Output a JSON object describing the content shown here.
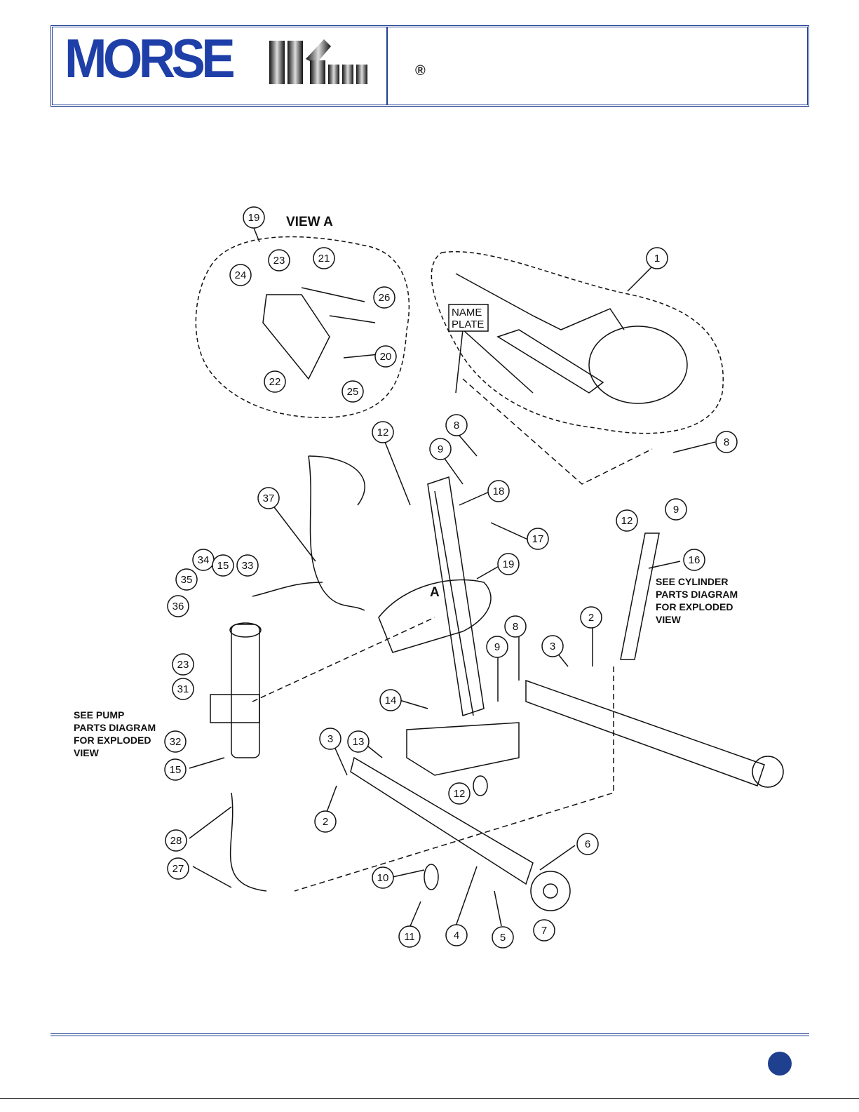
{
  "header": {
    "logo_text": "MORSE",
    "logo_mark": "®"
  },
  "diagram": {
    "view_title": "VIEW A",
    "nameplate_label_1": "NAME",
    "nameplate_label_2": "PLATE",
    "detail_marker": "A",
    "cylinder_note": [
      "SEE CYLINDER",
      "PARTS DIAGRAM",
      "FOR EXPLODED",
      "VIEW"
    ],
    "pump_note": [
      "SEE PUMP",
      "PARTS DIAGRAM",
      "FOR EXPLODED",
      "VIEW"
    ],
    "callouts": [
      "19",
      "21",
      "23",
      "24",
      "26",
      "20",
      "22",
      "25",
      "1",
      "12",
      "8",
      "9",
      "18",
      "8",
      "9",
      "12",
      "17",
      "19",
      "16",
      "37",
      "34",
      "15",
      "33",
      "35",
      "36",
      "23",
      "31",
      "32",
      "15",
      "14",
      "3",
      "13",
      "2",
      "12",
      "8",
      "9",
      "3",
      "2",
      "28",
      "27",
      "10",
      "4",
      "6",
      "11",
      "5",
      "7"
    ]
  },
  "footer": {
    "page_marker_icon": "page-dot-icon"
  }
}
